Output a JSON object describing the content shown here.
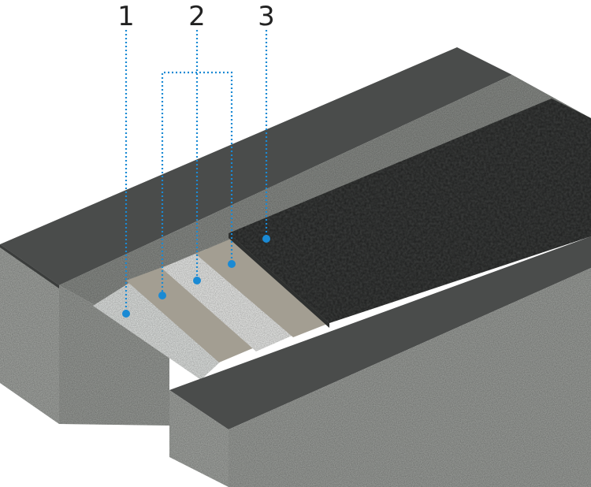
{
  "labels": [
    {
      "id": "1",
      "text": "1"
    },
    {
      "id": "2",
      "text": "2"
    },
    {
      "id": "3",
      "text": "3"
    }
  ],
  "colors": {
    "accent": "#1a8ad4",
    "curb_top": "#4a4c4b",
    "curb_side": "#3b3d3c",
    "concrete": "#a8aba7",
    "concrete_dark": "#8e918d",
    "asphalt": "#3e403f",
    "layer_membrane": "#e9ecea",
    "layer_strip": "#a39e92",
    "layer_white": "#f3f4f2"
  }
}
